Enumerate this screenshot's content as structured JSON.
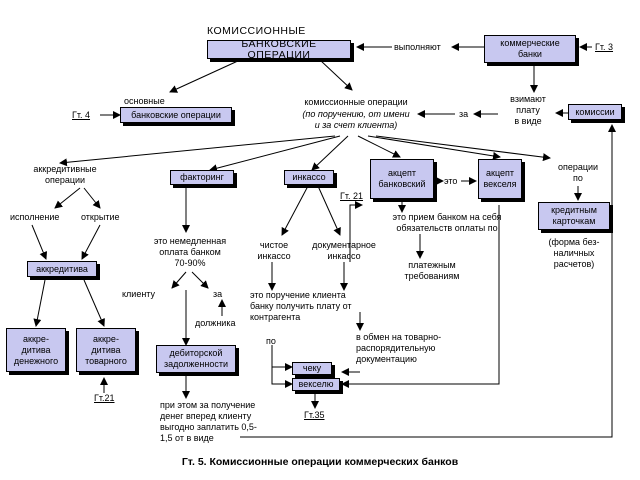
{
  "header": {
    "top_word": "КОМИССИОННЫЕ",
    "main_box": "БАНКОВСКИЕ ОПЕРАЦИИ",
    "perform": "выполняют",
    "commercial_banks": "коммерческие\nбанки",
    "gt3": "Гт. 3"
  },
  "left_branch": {
    "basic": "основные",
    "basic_box": "банковские операции",
    "gt4": "Гт. 4"
  },
  "center": {
    "commission_ops": "комиссионные операции",
    "commission_ops_it": "(по поручению, от имени\nи за счет клиента)",
    "for_word": "за",
    "charge": "взимают\nплату\nв виде",
    "commission_box": "комиссии"
  },
  "operations": {
    "letters_of_credit": "аккредитивные\nоперации",
    "factoring_box": "факторинг",
    "collection_box": "инкассо",
    "bank_accept_box": "акцепт\nбанковский",
    "this_word": "это",
    "bill_accept_box": "акцепт\nвекселя",
    "ops_on": "операции\nпо",
    "credit_cards_box": "кредитным\nкарточкам",
    "credit_cards_note": "(форма без-\nналичных\nрасчетов)"
  },
  "lc": {
    "execution": "исполнение",
    "opening": "открытие",
    "lc_box": "аккредитива",
    "monetary_box": "аккре-\nдитива\nденежного",
    "commodity_box": "аккре-\nдитива\nтоварного",
    "gt21_bottom": "Гт.21"
  },
  "factoring": {
    "text": "это немедленная\nоплата банком\n70-90%",
    "to_client": "клиенту",
    "for_word": "за",
    "debtor": "должника",
    "receivable_box": "дебиторской\nзадолженности",
    "fee": "при этом за получение\nденег вперед клиенту\nвыгодно заплатить 0,5-\n1,5  от в виде"
  },
  "collection": {
    "gt21": "Гт. 21",
    "clean": "чистое\nинкассо",
    "documentary": "документарное\nинкассо",
    "instruction": "это поручение клиента\nбанку получить плату от\nконтрагента",
    "by_word": "по",
    "cheque_box": "чеку",
    "bill_box": "векселю",
    "gt35": "Гт.35",
    "exchange": "в обмен на товарно-\nраспорядительную\nдокументацию"
  },
  "accept": {
    "definition": "это прием банком на себя\nобязательств оплаты по",
    "payment_req": "платежным\nтребованиям"
  },
  "caption": "Гт. 5. Комиссионные операции коммерческих банков"
}
